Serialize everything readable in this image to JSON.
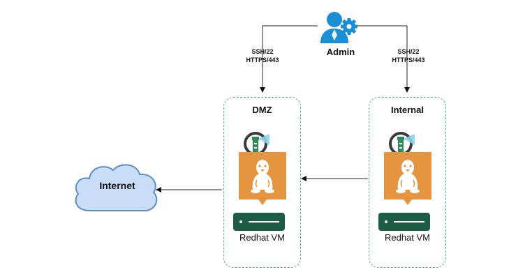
{
  "admin": {
    "label": "Admin",
    "icon": "admin-user-gear-icon"
  },
  "internet": {
    "label": "Internet",
    "icon": "cloud-icon"
  },
  "zones": [
    {
      "title": "DMZ",
      "vm_label": "Redhat VM"
    },
    {
      "title": "Internal",
      "vm_label": "Redhat VM"
    }
  ],
  "connections": {
    "admin_to_dmz": {
      "line1": "SSH/22",
      "line2": "HTTPS/443"
    },
    "admin_to_internal": {
      "line1": "SSH/22",
      "line2": "HTTPS/443"
    }
  },
  "colors": {
    "zone_border": "#4fb48a",
    "linux_tile": "#e59440",
    "server": "#1d5c45",
    "cloud_fill": "#c9def6",
    "cloud_stroke": "#5b8ed0",
    "admin_icon": "#1a8fd6"
  }
}
